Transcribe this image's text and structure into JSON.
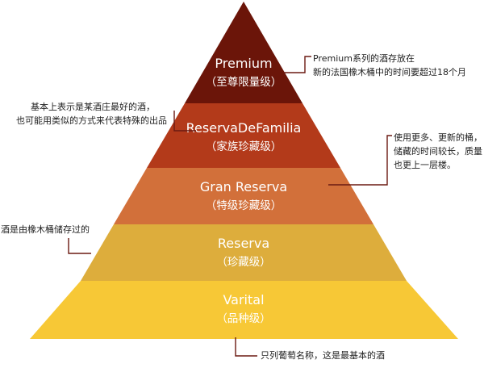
{
  "tiers": [
    {
      "title": "Premium",
      "subtitle": "（至尊限量级）",
      "color": "#6b1509"
    },
    {
      "title": "ReservaDeFamilia",
      "subtitle": "（家族珍藏级）",
      "color": "#b33a1a"
    },
    {
      "title": "Gran Reserva",
      "subtitle": "（特级珍藏级）",
      "color": "#d2703a"
    },
    {
      "title": "Reserva",
      "subtitle": "（珍藏级）",
      "color": "#ddad3c"
    },
    {
      "title": "Varital",
      "subtitle": "（品种级）",
      "color": "#f7c836"
    }
  ],
  "notes": {
    "premium": [
      "Premium系列的酒存放在",
      "新的法国橡木桶中的时间要超过18个月"
    ],
    "familia": [
      "基本上表示是某酒庄最好的酒，",
      "也可能用类似的方式来代表特殊的出品"
    ],
    "gran_reserva": [
      "使用更多、更新的桶，",
      "储藏的时间较长，质量",
      "也更上一层楼。"
    ],
    "reserva": [
      "酒是由橡木桶储存过的"
    ],
    "varital": [
      "只列葡萄名称，这是最基本的酒"
    ]
  }
}
